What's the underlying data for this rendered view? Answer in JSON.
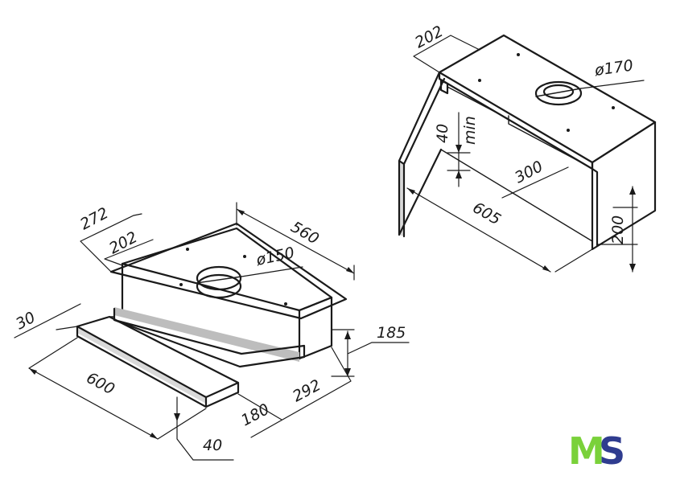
{
  "drawing_left": {
    "dims": {
      "width_total": "600",
      "depth_total": "272",
      "depth_body": "202",
      "length_body": "560",
      "panel_thickness": "30",
      "height": "185",
      "extension": "292",
      "front_offset": "180",
      "bottom_offset": "40",
      "outlet_diameter": "ø150"
    }
  },
  "drawing_right": {
    "dims": {
      "depth": "202",
      "outlet_diameter": "ø170",
      "clearance": "40",
      "clearance_note": "min",
      "inner_depth": "300",
      "cabinet_width": "605",
      "cabinet_height": "200"
    }
  },
  "logo": {
    "letter_1": "M",
    "letter_2": "S"
  },
  "colors": {
    "logo_green": "#7ad13a",
    "logo_blue": "#2f3c8f",
    "line": "#1a1a1a"
  }
}
